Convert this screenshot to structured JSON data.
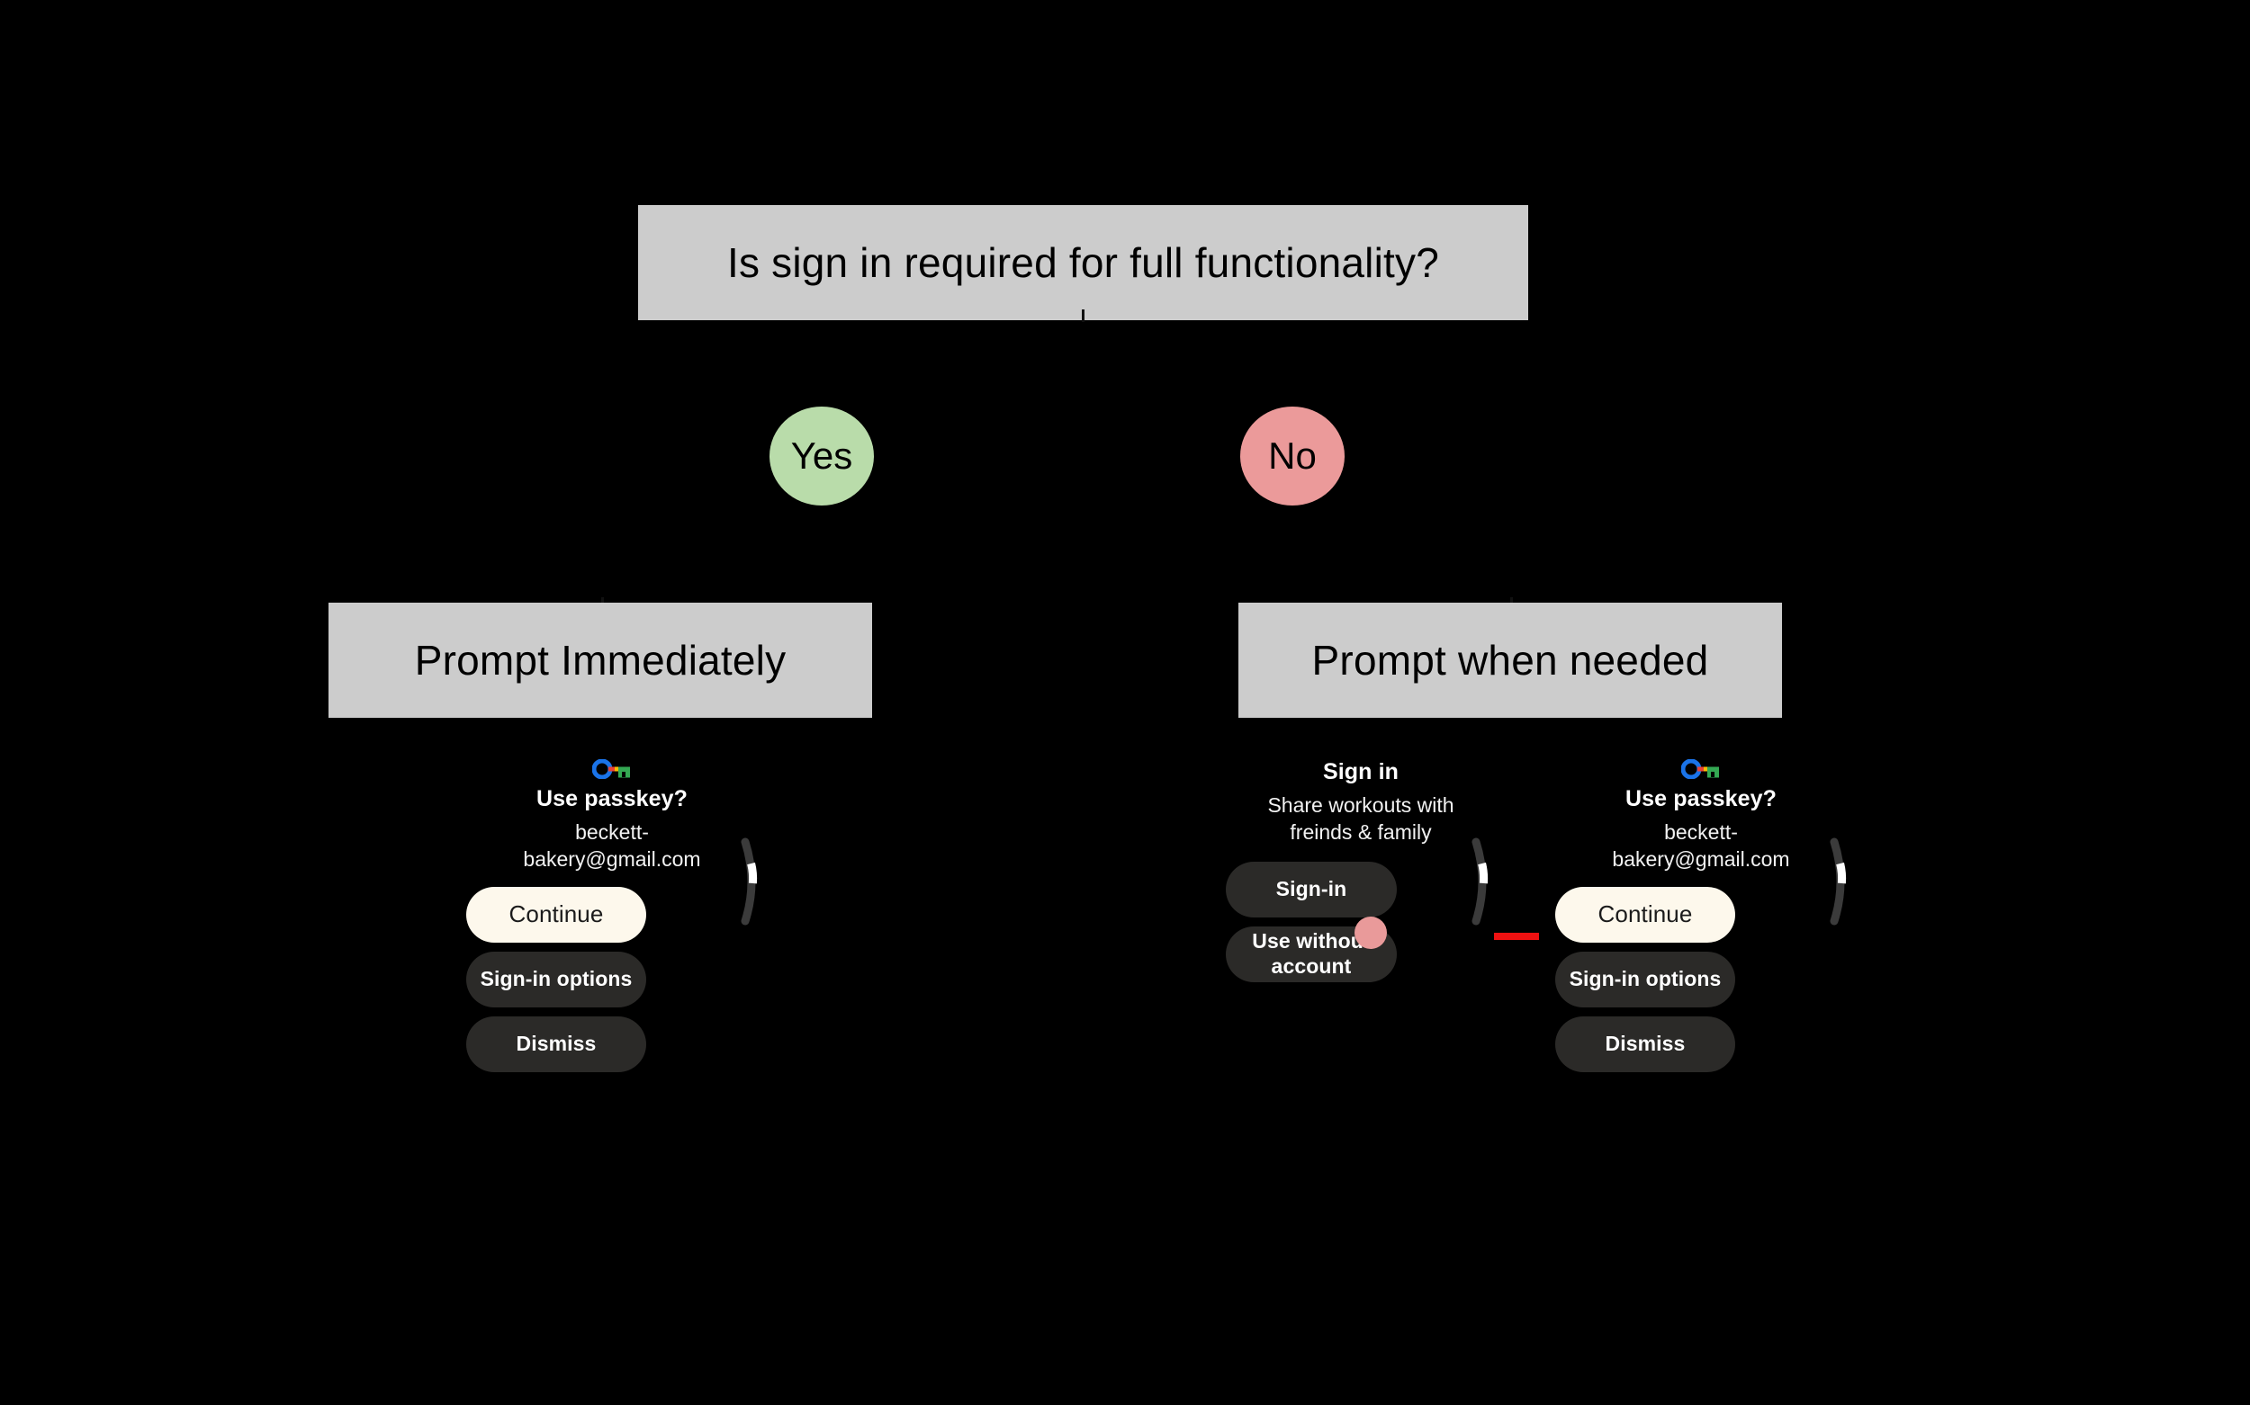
{
  "flowchart": {
    "question_box": {
      "label": "Is sign in required for full functionality?"
    },
    "branches": {
      "yes": {
        "label": "Yes"
      },
      "no": {
        "label": "No"
      }
    },
    "outcome_boxes": {
      "left": {
        "label": "Prompt Immediately"
      },
      "right": {
        "label": "Prompt when needed"
      }
    }
  },
  "colors": {
    "box_fill": "#cccccc",
    "box_text": "#000000",
    "yes_bubble": "#b9dcaa",
    "no_bubble": "#eb9a9a",
    "canvas": "#000000",
    "watch_surface": "#000000",
    "pill_dark": "#2b2a28",
    "pill_primary": "#fdf8ec",
    "pill_primary_text": "#1b1b1b",
    "annotation_arrow": "#ee1111",
    "touch_dot": "#e99a9a",
    "scroll_track": "#3b3b3b",
    "scroll_thumb": "#ffffff"
  },
  "watch_left": {
    "icon": "google-passkey-icon",
    "title": "Use passkey?",
    "subtitle": "beckett-\nbakery@gmail.com",
    "buttons": [
      {
        "label": "Continue",
        "style": "primary"
      },
      {
        "label": "Sign-in options",
        "style": "dark"
      },
      {
        "label": "Dismiss",
        "style": "dark"
      }
    ],
    "scroll_indicator": "scroll-indicator"
  },
  "watch_middle": {
    "title": "Sign in",
    "subtitle": "Share workouts with\nfreinds & family",
    "buttons": [
      {
        "label": "Sign-in",
        "style": "dark"
      },
      {
        "label": "Use without account",
        "style": "dark"
      }
    ],
    "touch_dot": "touch-dot-cursor",
    "scroll_indicator": "scroll-indicator"
  },
  "watch_right": {
    "icon": "google-passkey-icon",
    "title": "Use passkey?",
    "subtitle": "beckett-\nbakery@gmail.com",
    "buttons": [
      {
        "label": "Continue",
        "style": "primary"
      },
      {
        "label": "Sign-in options",
        "style": "dark"
      },
      {
        "label": "Dismiss",
        "style": "dark"
      }
    ],
    "scroll_indicator": "scroll-indicator"
  },
  "annotations": [
    {
      "name": "red-arrow-middle-to-right",
      "type": "arrow",
      "direction": "right"
    }
  ]
}
